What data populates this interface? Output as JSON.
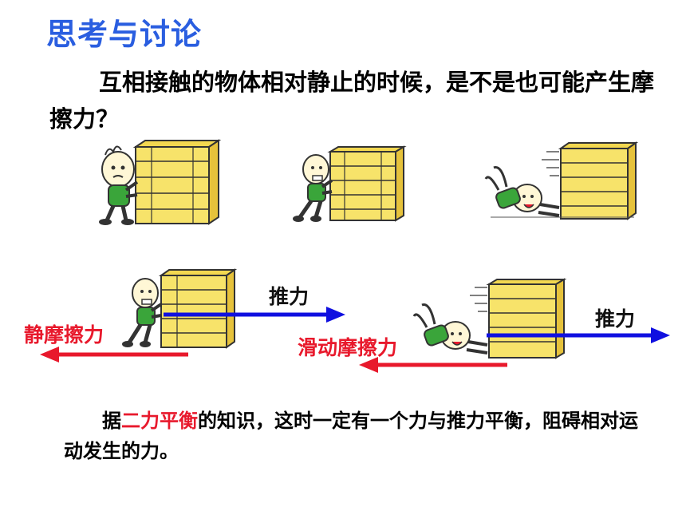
{
  "title": "思考与讨论",
  "question": "互相接触的物体相对静止的时候，是不是也可能产生摩擦力？",
  "labels": {
    "push_left": "推力",
    "static_friction": "静摩擦力",
    "push_right": "推力",
    "sliding_friction": "滑动摩擦力"
  },
  "conclusion": {
    "prefix": "据",
    "highlight": "二力平衡",
    "suffix": "的知识，这时一定有一个力与推力平衡，阻碍相对运动发生的力。"
  },
  "colors": {
    "title": "#2a5ee0",
    "push_arrow": "#1010e0",
    "friction_arrow": "#e8192c",
    "friction_text": "#e8192c",
    "crate": "#f7e36a",
    "shirt": "#3aa53a"
  }
}
